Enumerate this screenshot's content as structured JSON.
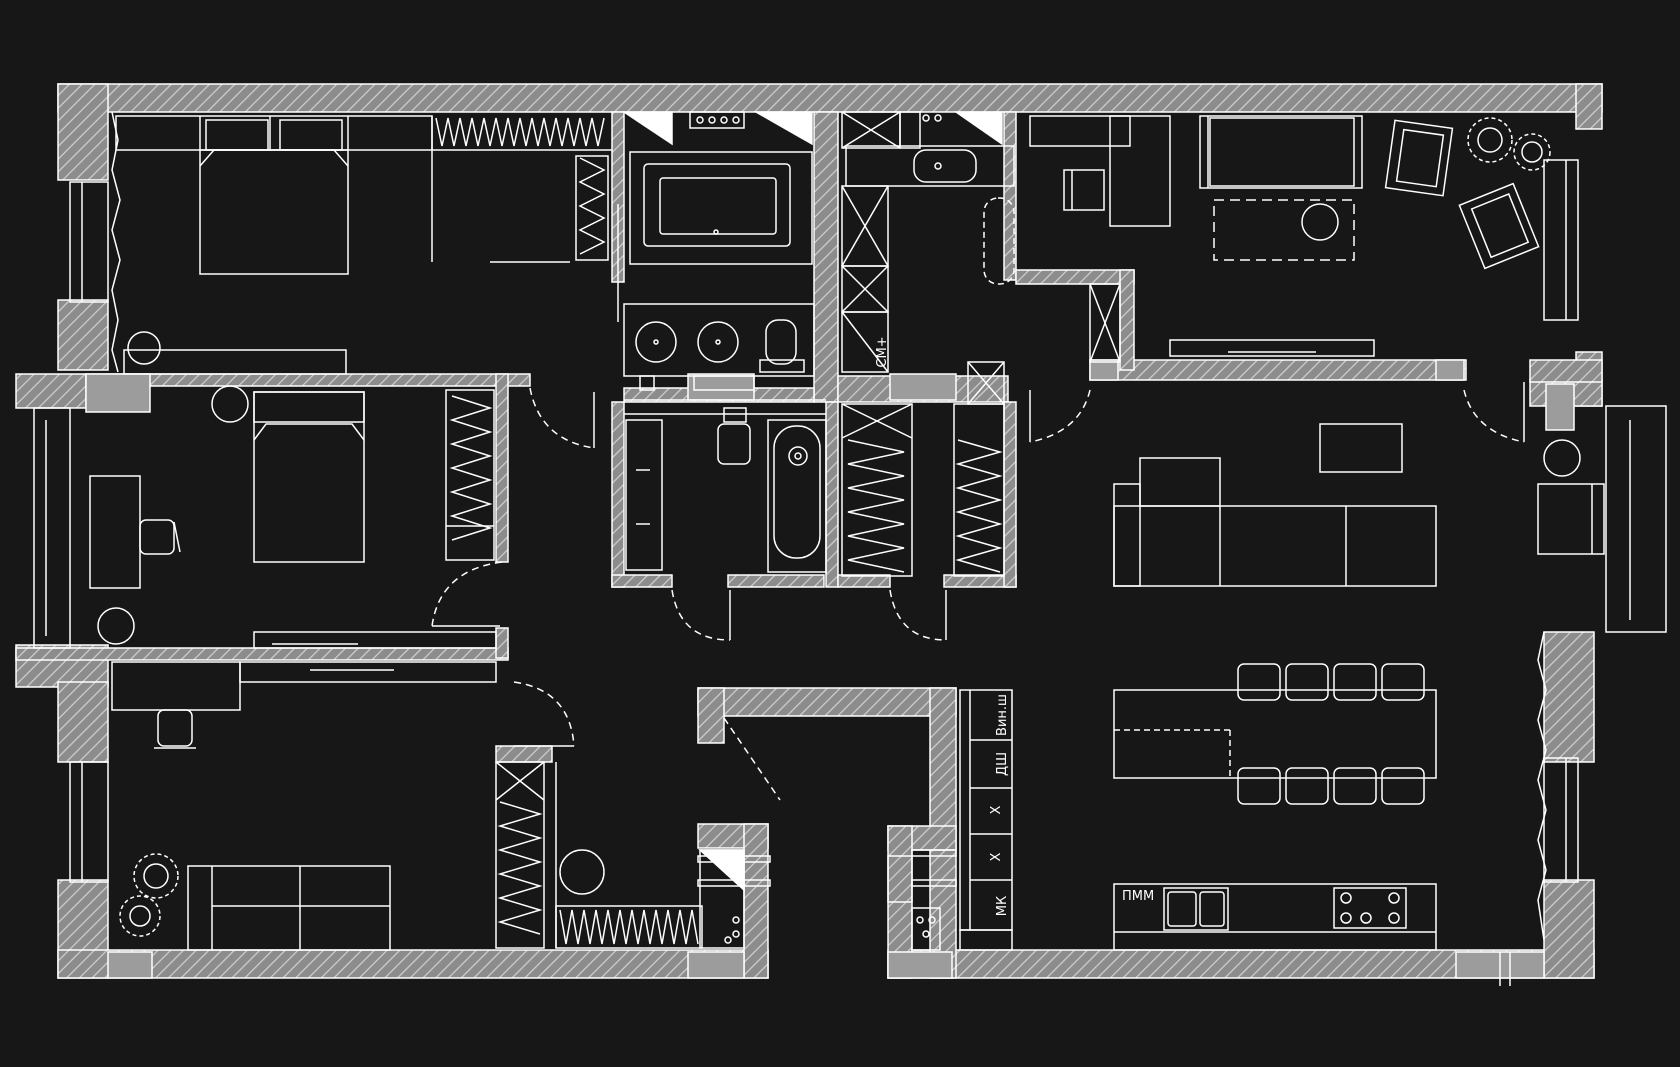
{
  "colors": {
    "background": "#171717",
    "line": "#ffffff",
    "wall_fill": "#8c8c8c",
    "hatch": "#cfcfcf"
  },
  "labels": {
    "washer": "СМ+",
    "wine_cooler": "Вин.ш",
    "oven": "ДШ",
    "fridge_1": "Х",
    "fridge_2": "Х",
    "microwave": "МК",
    "dishwasher": "ПММ"
  }
}
